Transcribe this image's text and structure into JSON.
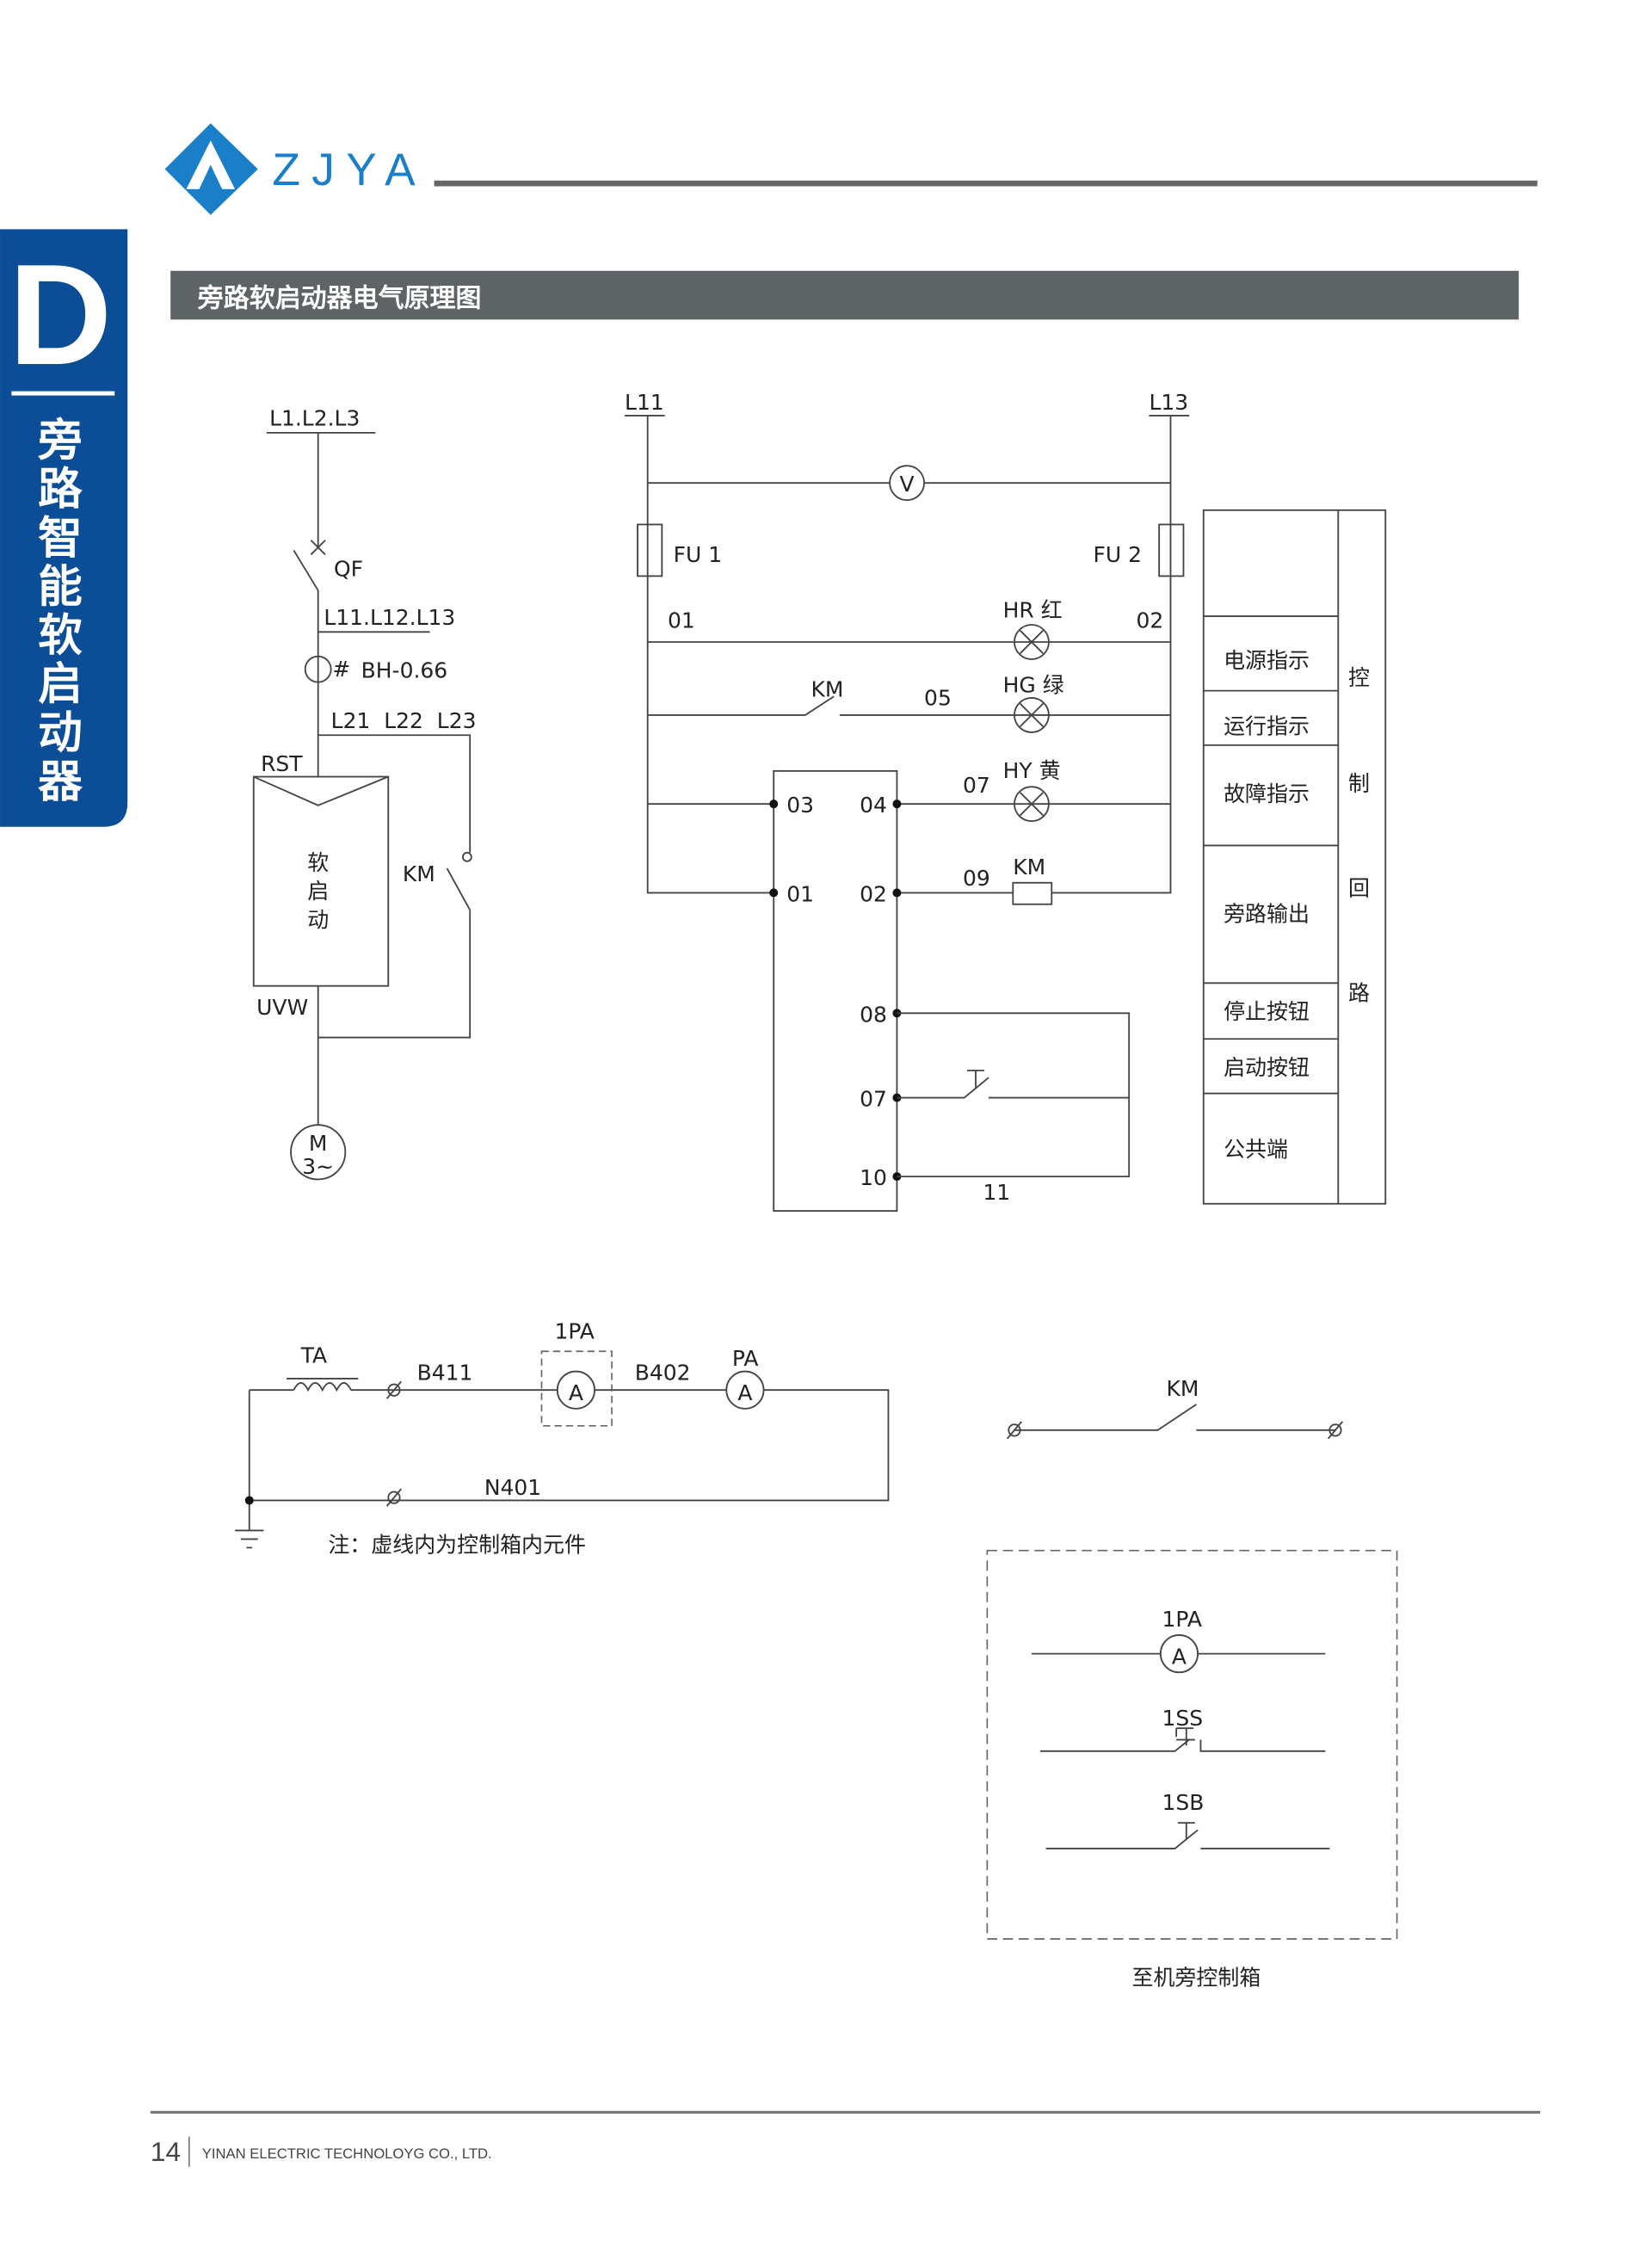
{
  "header": {
    "brand": "ZJYA",
    "colors": {
      "brand_blue": "#1a7fc8",
      "tab_blue": "#0c4d97",
      "title_bar": "#5e6466"
    }
  },
  "side_tab": {
    "letter": "D",
    "title": [
      "旁",
      "路",
      "智",
      "能",
      "软",
      "启",
      "动",
      "器"
    ]
  },
  "section_title": "旁路软启动器电气原理图",
  "main_circuit": {
    "supply": "L1.L2.L3",
    "breaker": "QF",
    "bus": "L11.L12.L13",
    "ct": "BH-0.66",
    "outputs": "L21  L22  L23",
    "input_label": "RST",
    "starter": [
      "软",
      "启",
      "动"
    ],
    "output_label": "UVW",
    "bypass": "KM",
    "motor": "M",
    "motor_phase": "3~"
  },
  "control_circuit": {
    "l11": "L11",
    "l13": "L13",
    "voltmeter": "V",
    "fu1": "FU 1",
    "fu2": "FU 2",
    "w01": "01",
    "w02": "02",
    "hr": "HR 红",
    "km": "KM",
    "w05": "05",
    "hg": "HG 绿",
    "w07": "07",
    "hy": "HY 黄",
    "w09": "09",
    "coil": "KM",
    "terminals": {
      "t03": "03",
      "t04": "04",
      "t01": "01",
      "t02": "02",
      "t08": "08",
      "t07": "07",
      "t10": "10"
    },
    "w11": "11"
  },
  "legend_table": {
    "rows": [
      "电源指示",
      "运行指示",
      "故障指示",
      "旁路输出",
      "停止按钮",
      "启动按钮",
      "公共端"
    ],
    "side": [
      "控",
      "制",
      "回",
      "路"
    ]
  },
  "meter_circuit": {
    "ta": "TA",
    "b411": "B411",
    "pa1": "1PA",
    "b402": "B402",
    "pa": "PA",
    "ammeter": "A",
    "n401": "N401",
    "note": "注：虚线内为控制箱内元件"
  },
  "km_contact": "KM",
  "remote_box": {
    "pa1": "1PA",
    "ammeter": "A",
    "ss": "1SS",
    "sb": "1SB",
    "caption": "至机旁控制箱"
  },
  "footer": {
    "page": "14",
    "company": "YINAN ELECTRIC TECHNOLOYG CO., LTD."
  }
}
